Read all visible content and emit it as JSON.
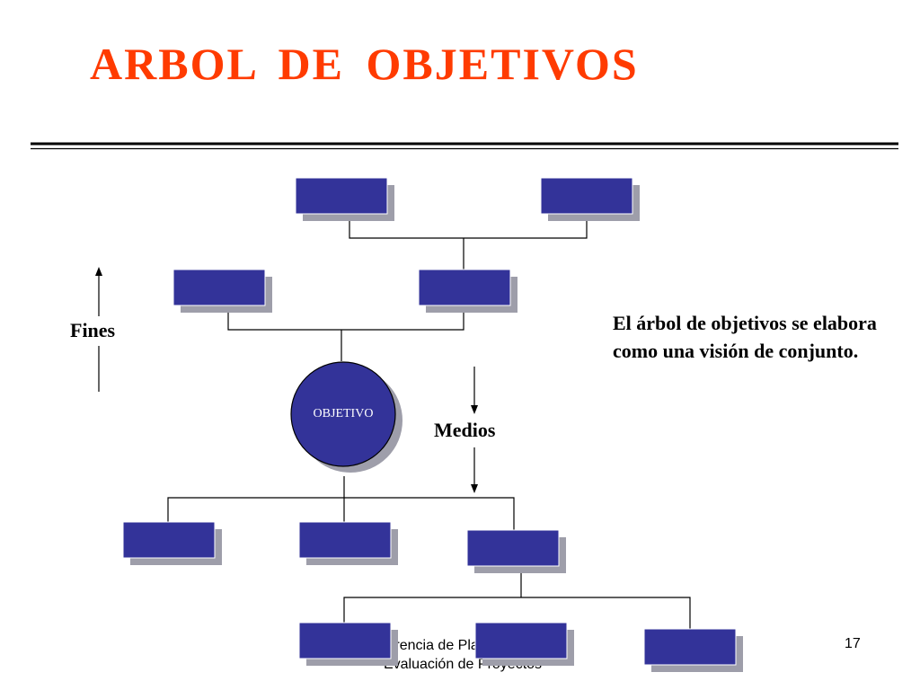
{
  "slide": {
    "title": "ARBOL  DE  OBJETIVOS",
    "description": "El árbol de objetivos se elabora como una visión de conjunto.",
    "footer_line1": "Gerencia de Planificación y",
    "footer_line2": "Evaluación de Proyectos",
    "page_number": "17"
  },
  "diagram": {
    "center_label": "OBJETIVO",
    "ends_label": "Fines",
    "means_label": "Medios",
    "colors": {
      "box_fill": "#333399",
      "box_shadow": "#9e9eaa",
      "title": "#ff3b00"
    }
  }
}
